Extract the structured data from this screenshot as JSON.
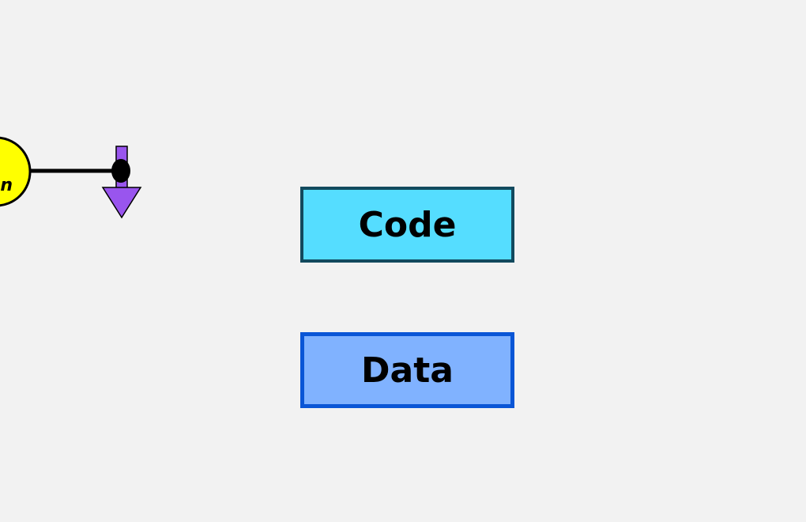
{
  "diagram": {
    "circle_label": "on",
    "nodes": {
      "code": {
        "label": "Code",
        "fill": "#55ddff",
        "stroke": "#124a5e"
      },
      "data": {
        "label": "Data",
        "fill": "#80b2ff",
        "stroke": "#0a56d6"
      }
    },
    "circle": {
      "fill": "#ffff00",
      "stroke": "#000000"
    },
    "arrow": {
      "fill": "#9955ee",
      "stroke": "#000000"
    },
    "connector": {
      "color": "#000000"
    }
  }
}
